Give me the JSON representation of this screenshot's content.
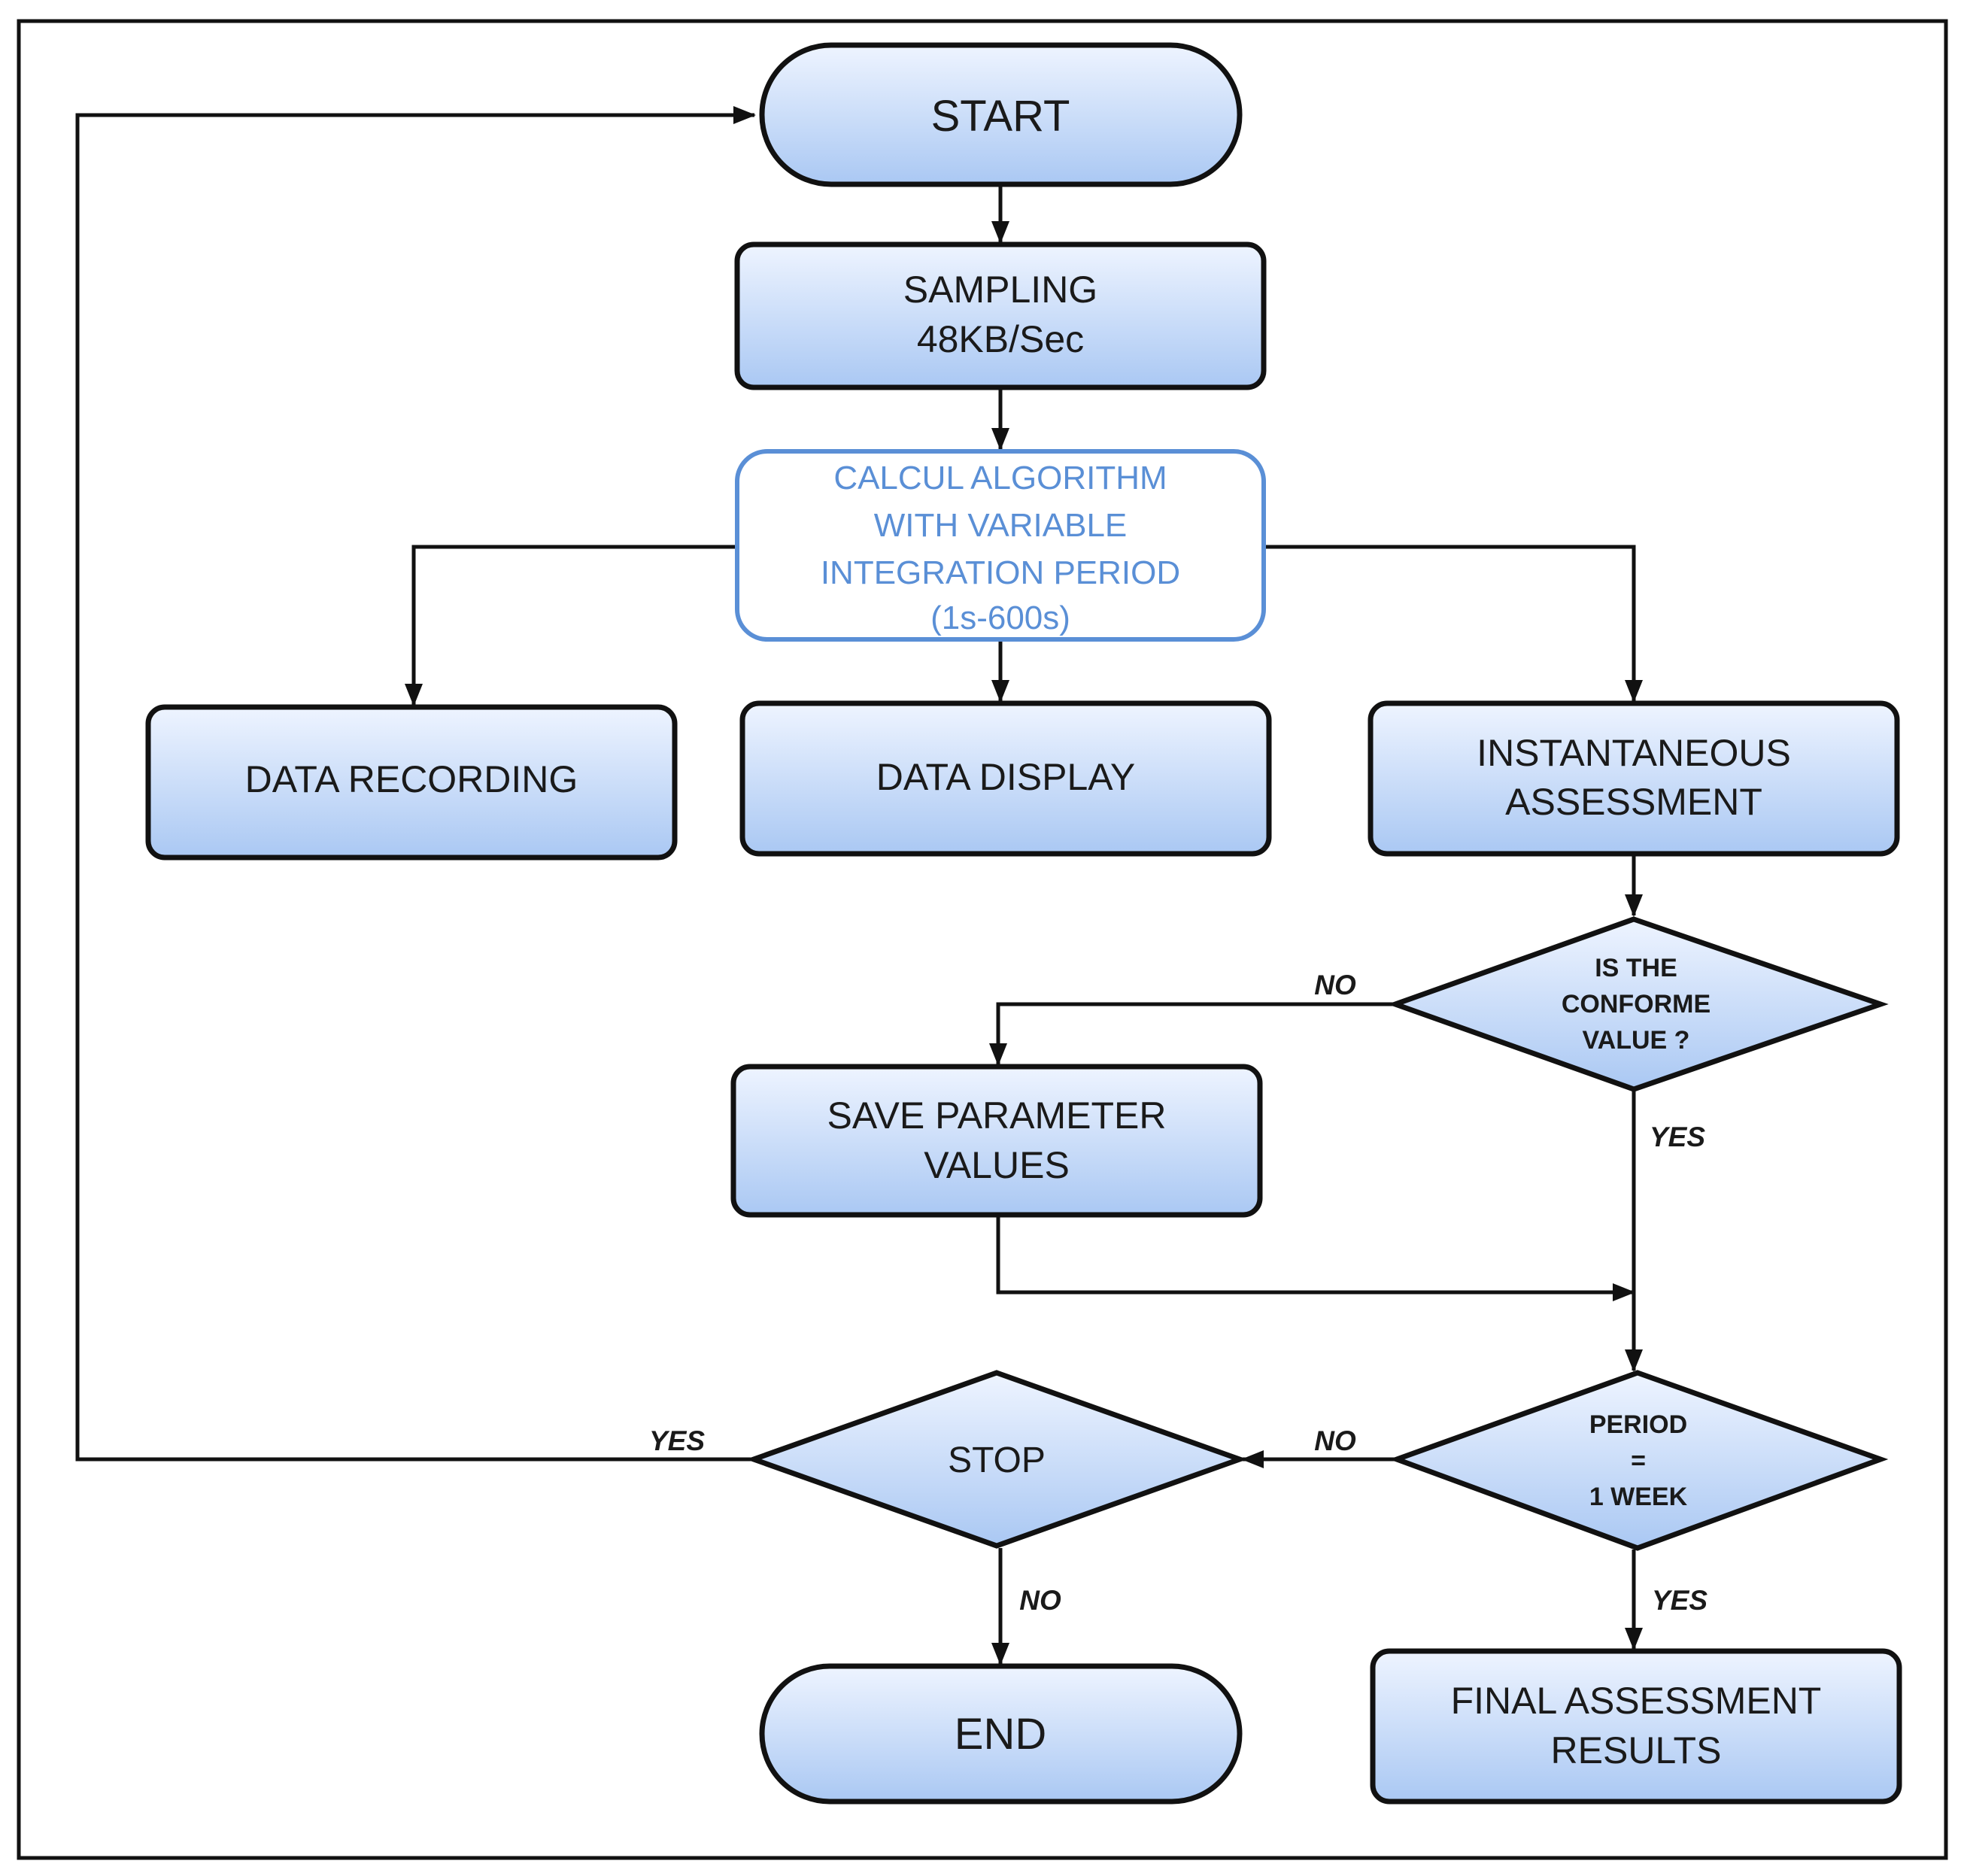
{
  "nodes": {
    "start": "START",
    "sampling": [
      "SAMPLING",
      "48KB/Sec"
    ],
    "calcul": [
      "CALCUL ALGORITHM",
      "WITH VARIABLE",
      "INTEGRATION PERIOD",
      "(1s-600s)"
    ],
    "data_recording": "DATA RECORDING",
    "data_display": "DATA DISPLAY",
    "instantaneous": [
      "INSTANTANEOUS",
      "ASSESSMENT"
    ],
    "conforme": [
      "IS THE",
      "CONFORME",
      "VALUE ?"
    ],
    "save_parameter": [
      "SAVE PARAMETER",
      "VALUES"
    ],
    "period": [
      "PERIOD",
      "=",
      "1 WEEK"
    ],
    "stop": "STOP",
    "end": "END",
    "final": [
      "FINAL ASSESSMENT",
      "RESULTS"
    ]
  },
  "edges": {
    "conforme_no": "NO",
    "conforme_yes": "YES",
    "period_no": "NO",
    "period_yes": "YES",
    "stop_yes": "YES",
    "stop_no": "NO"
  },
  "colors": {
    "box_top": "#eef4ff",
    "box_bottom": "#aac8f3",
    "calc_border": "#5a8fd6",
    "calc_text": "#5a8fd6",
    "line": "#111111"
  }
}
